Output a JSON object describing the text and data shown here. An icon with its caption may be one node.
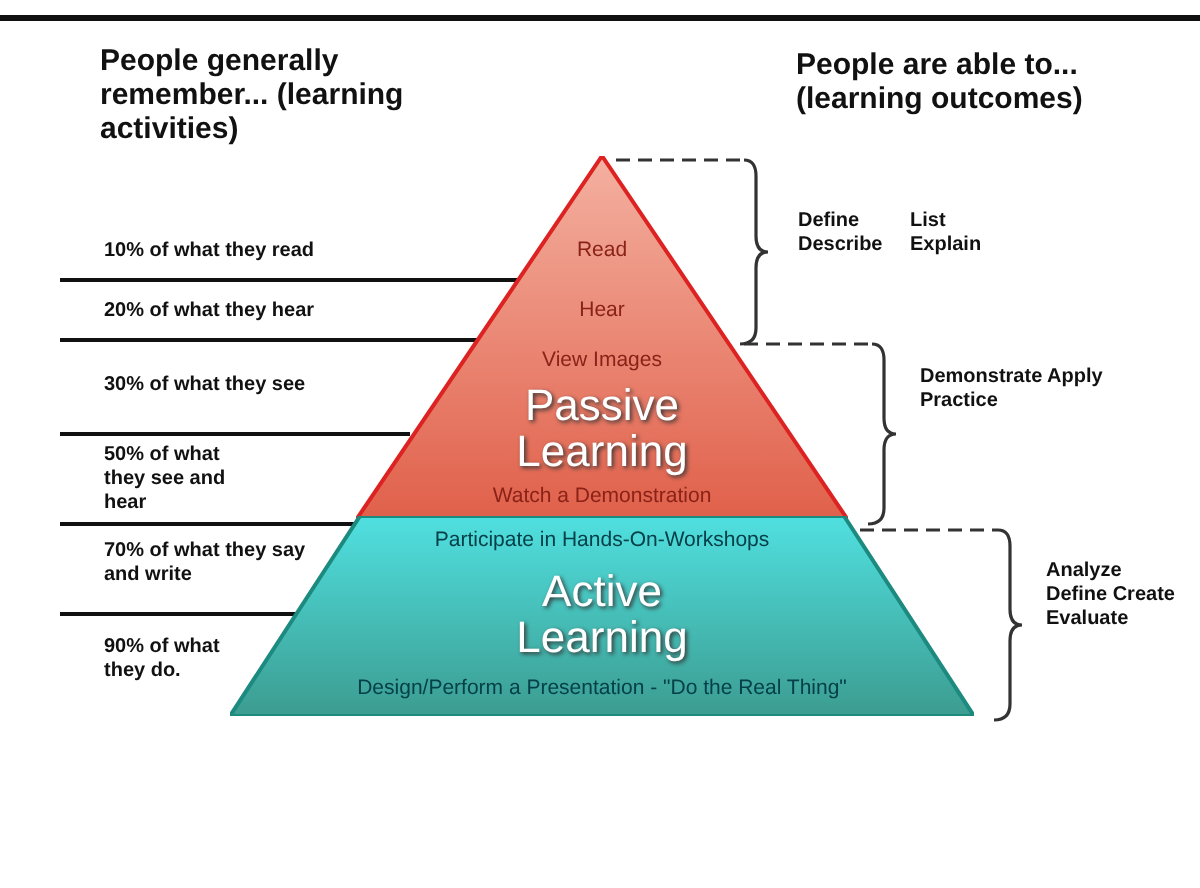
{
  "diagram": {
    "nodes": [
      {
        "text": [
          "Passive Learning"
        ]
      },
      {
        "text": [
          "Read"
        ],
        "in": 0
      },
      {
        "text": [
          "Hear"
        ],
        "in": 0
      },
      {
        "text": [
          "View Images"
        ],
        "in": 0
      },
      {
        "text": [
          "Watch a Demonstration"
        ],
        "in": 0
      },
      {
        "text": [
          "Active Learning"
        ]
      },
      {
        "text": [
          "Participate in Hands-On-Workshops"
        ],
        "in": 5
      },
      {
        "text": [
          "Design/Perform a Presentation - \"Do the Real Thing\""
        ],
        "in": 5
      }
    ],
    "labels": [
      "People generally remember... (learning activities)",
      "People are able to... (learning outcomes)",
      "10% of what they read",
      "Define",
      "List",
      "Describe",
      "Explain",
      "20% of what they hear",
      "30% of what they see",
      "Demonstrate Apply Practice",
      "50% of what they see and hear",
      "70% of what they say and write",
      "Analyze Define Create Evaluate",
      "90% of what they do."
    ]
  }
}
